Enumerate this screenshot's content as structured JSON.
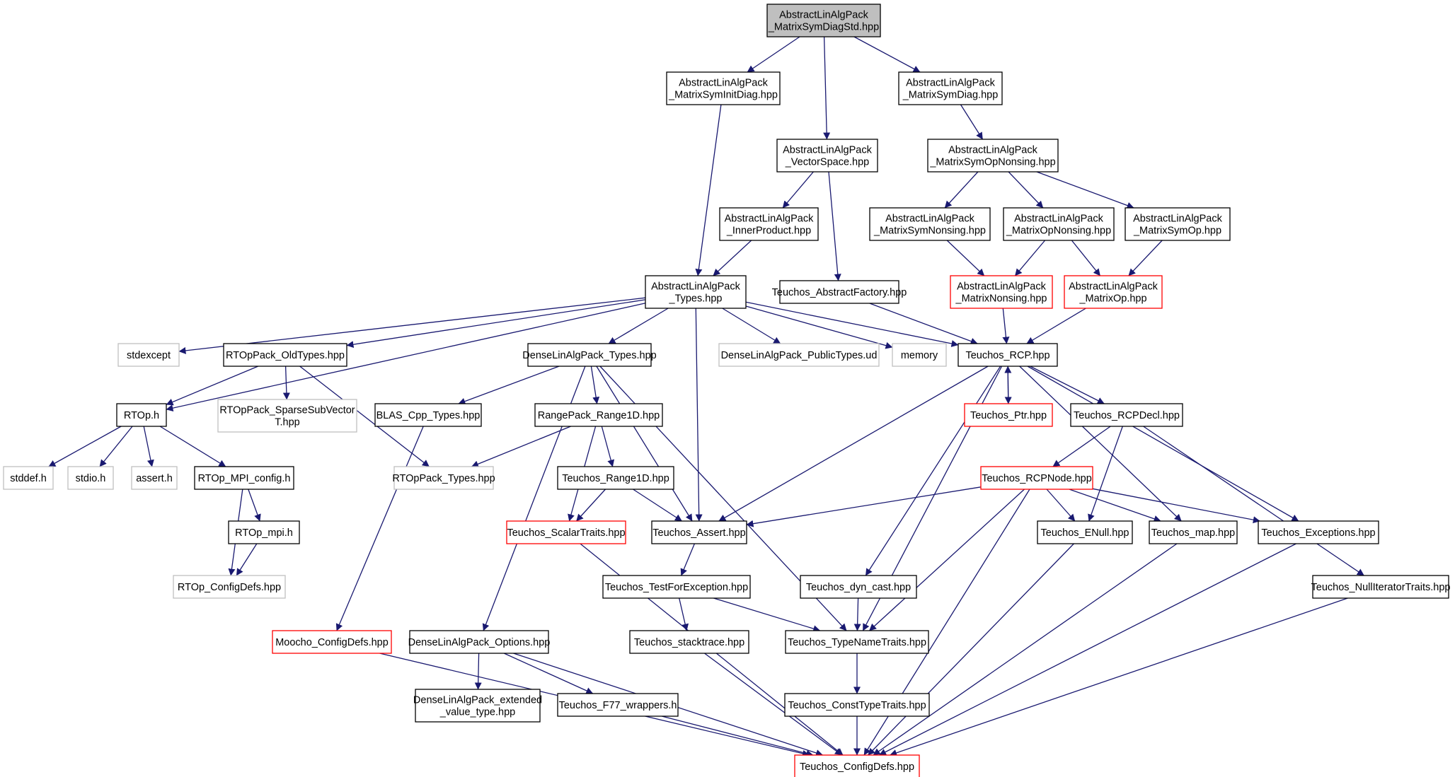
{
  "colors": {
    "edge": "#191970",
    "box_normal": "#000000",
    "box_missing": "#bfbfbf",
    "box_red": "#ff0000",
    "root_fill": "#bfbfbf",
    "text": "#000000",
    "text_grey": "#000000"
  },
  "nodes": [
    {
      "id": "root",
      "style": "root",
      "lines": [
        "AbstractLinAlgPack",
        "_MatrixSymDiagStd.hpp"
      ]
    },
    {
      "id": "msid",
      "style": "normal",
      "lines": [
        "AbstractLinAlgPack",
        "_MatrixSymInitDiag.hpp"
      ]
    },
    {
      "id": "msd",
      "style": "normal",
      "lines": [
        "AbstractLinAlgPack",
        "_MatrixSymDiag.hpp"
      ]
    },
    {
      "id": "vs",
      "style": "normal",
      "lines": [
        "AbstractLinAlgPack",
        "_VectorSpace.hpp"
      ]
    },
    {
      "id": "msopn",
      "style": "normal",
      "lines": [
        "AbstractLinAlgPack",
        "_MatrixSymOpNonsing.hpp"
      ]
    },
    {
      "id": "ip",
      "style": "normal",
      "lines": [
        "AbstractLinAlgPack",
        "_InnerProduct.hpp"
      ]
    },
    {
      "id": "msn",
      "style": "normal",
      "lines": [
        "AbstractLinAlgPack",
        "_MatrixSymNonsing.hpp"
      ]
    },
    {
      "id": "mopn",
      "style": "normal",
      "lines": [
        "AbstractLinAlgPack",
        "_MatrixOpNonsing.hpp"
      ]
    },
    {
      "id": "msop",
      "style": "normal",
      "lines": [
        "AbstractLinAlgPack",
        "_MatrixSymOp.hpp"
      ]
    },
    {
      "id": "types",
      "style": "normal",
      "lines": [
        "AbstractLinAlgPack",
        "_Types.hpp"
      ]
    },
    {
      "id": "taf",
      "style": "normal",
      "lines": [
        "Teuchos_AbstractFactory.hpp"
      ]
    },
    {
      "id": "mn",
      "style": "red",
      "lines": [
        "AbstractLinAlgPack",
        "_MatrixNonsing.hpp"
      ]
    },
    {
      "id": "mop",
      "style": "red",
      "lines": [
        "AbstractLinAlgPack",
        "_MatrixOp.hpp"
      ]
    },
    {
      "id": "stdexcept",
      "style": "grey",
      "lines": [
        "stdexcept"
      ]
    },
    {
      "id": "rtopold",
      "style": "normal",
      "lines": [
        "RTOpPack_OldTypes.hpp"
      ]
    },
    {
      "id": "dlatypes",
      "style": "normal",
      "lines": [
        "DenseLinAlgPack_Types.hpp"
      ]
    },
    {
      "id": "dlapub",
      "style": "grey",
      "lines": [
        "DenseLinAlgPack_PublicTypes.ud"
      ]
    },
    {
      "id": "memory",
      "style": "grey",
      "lines": [
        "memory"
      ]
    },
    {
      "id": "rcp",
      "style": "normal",
      "lines": [
        "Teuchos_RCP.hpp"
      ]
    },
    {
      "id": "rtoph",
      "style": "normal",
      "lines": [
        "RTOp.h"
      ]
    },
    {
      "id": "sparse",
      "style": "grey",
      "lines": [
        "RTOpPack_SparseSubVector",
        "T.hpp"
      ]
    },
    {
      "id": "blas",
      "style": "normal",
      "lines": [
        "BLAS_Cpp_Types.hpp"
      ]
    },
    {
      "id": "rr1d",
      "style": "normal",
      "lines": [
        "RangePack_Range1D.hpp"
      ]
    },
    {
      "id": "ptr",
      "style": "red",
      "lines": [
        "Teuchos_Ptr.hpp"
      ]
    },
    {
      "id": "rcpdecl",
      "style": "normal",
      "lines": [
        "Teuchos_RCPDecl.hpp"
      ]
    },
    {
      "id": "stddef",
      "style": "grey",
      "lines": [
        "stddef.h"
      ]
    },
    {
      "id": "stdio",
      "style": "grey",
      "lines": [
        "stdio.h"
      ]
    },
    {
      "id": "assert",
      "style": "grey",
      "lines": [
        "assert.h"
      ]
    },
    {
      "id": "mpiconf",
      "style": "normal",
      "lines": [
        "RTOp_MPI_config.h"
      ]
    },
    {
      "id": "rtoptypes",
      "style": "grey",
      "lines": [
        "RTOpPack_Types.hpp"
      ]
    },
    {
      "id": "tr1d",
      "style": "normal",
      "lines": [
        "Teuchos_Range1D.hpp"
      ]
    },
    {
      "id": "rcpnode",
      "style": "red",
      "lines": [
        "Teuchos_RCPNode.hpp"
      ]
    },
    {
      "id": "mpih",
      "style": "normal",
      "lines": [
        "RTOp_mpi.h"
      ]
    },
    {
      "id": "scalar",
      "style": "red",
      "lines": [
        "Teuchos_ScalarTraits.hpp"
      ]
    },
    {
      "id": "tassert",
      "style": "normal",
      "lines": [
        "Teuchos_Assert.hpp"
      ]
    },
    {
      "id": "enull",
      "style": "normal",
      "lines": [
        "Teuchos_ENull.hpp"
      ]
    },
    {
      "id": "tmap",
      "style": "normal",
      "lines": [
        "Teuchos_map.hpp"
      ]
    },
    {
      "id": "texc",
      "style": "normal",
      "lines": [
        "Teuchos_Exceptions.hpp"
      ]
    },
    {
      "id": "rtopconf",
      "style": "grey",
      "lines": [
        "RTOp_ConfigDefs.hpp"
      ]
    },
    {
      "id": "tfe",
      "style": "normal",
      "lines": [
        "Teuchos_TestForException.hpp"
      ]
    },
    {
      "id": "dyn",
      "style": "normal",
      "lines": [
        "Teuchos_dyn_cast.hpp"
      ]
    },
    {
      "id": "nit",
      "style": "normal",
      "lines": [
        "Teuchos_NullIteratorTraits.hpp"
      ]
    },
    {
      "id": "moocho",
      "style": "red",
      "lines": [
        "Moocho_ConfigDefs.hpp"
      ]
    },
    {
      "id": "dlaopt",
      "style": "normal",
      "lines": [
        "DenseLinAlgPack_Options.hpp"
      ]
    },
    {
      "id": "stack",
      "style": "normal",
      "lines": [
        "Teuchos_stacktrace.hpp"
      ]
    },
    {
      "id": "tnt",
      "style": "normal",
      "lines": [
        "Teuchos_TypeNameTraits.hpp"
      ]
    },
    {
      "id": "dlaext",
      "style": "normal",
      "lines": [
        "DenseLinAlgPack_extended",
        "_value_type.hpp"
      ]
    },
    {
      "id": "f77",
      "style": "normal",
      "lines": [
        "Teuchos_F77_wrappers.h"
      ]
    },
    {
      "id": "ctt",
      "style": "normal",
      "lines": [
        "Teuchos_ConstTypeTraits.hpp"
      ]
    },
    {
      "id": "tconf",
      "style": "red",
      "lines": [
        "Teuchos_ConfigDefs.hpp"
      ]
    }
  ],
  "edges": [
    [
      "root",
      "msid"
    ],
    [
      "root",
      "vs"
    ],
    [
      "root",
      "msd"
    ],
    [
      "msid",
      "types"
    ],
    [
      "msd",
      "msopn"
    ],
    [
      "vs",
      "ip"
    ],
    [
      "vs",
      "taf"
    ],
    [
      "ip",
      "types"
    ],
    [
      "msopn",
      "msn"
    ],
    [
      "msopn",
      "mopn"
    ],
    [
      "msopn",
      "msop"
    ],
    [
      "msn",
      "mn"
    ],
    [
      "mopn",
      "mn"
    ],
    [
      "mopn",
      "mop"
    ],
    [
      "msop",
      "mop"
    ],
    [
      "types",
      "rtoph"
    ],
    [
      "types",
      "stdexcept"
    ],
    [
      "types",
      "rtopold"
    ],
    [
      "types",
      "dlatypes"
    ],
    [
      "types",
      "tassert"
    ],
    [
      "types",
      "dlapub"
    ],
    [
      "types",
      "memory"
    ],
    [
      "types",
      "rcp"
    ],
    [
      "taf",
      "rcp"
    ],
    [
      "mn",
      "rcp"
    ],
    [
      "mop",
      "rcp"
    ],
    [
      "rtopold",
      "rtoph"
    ],
    [
      "rtopold",
      "sparse"
    ],
    [
      "rtopold",
      "rtoptypes"
    ],
    [
      "rtoph",
      "stddef"
    ],
    [
      "rtoph",
      "stdio"
    ],
    [
      "rtoph",
      "assert"
    ],
    [
      "rtoph",
      "mpiconf"
    ],
    [
      "mpiconf",
      "mpih"
    ],
    [
      "mpiconf",
      "rtopconf"
    ],
    [
      "mpih",
      "rtopconf"
    ],
    [
      "dlatypes",
      "blas"
    ],
    [
      "dlatypes",
      "rr1d"
    ],
    [
      "dlatypes",
      "dlaopt"
    ],
    [
      "dlatypes",
      "tassert"
    ],
    [
      "dlatypes",
      "tnt"
    ],
    [
      "blas",
      "moocho"
    ],
    [
      "rr1d",
      "rtoptypes"
    ],
    [
      "rr1d",
      "tr1d"
    ],
    [
      "rr1d",
      "scalar"
    ],
    [
      "tr1d",
      "scalar"
    ],
    [
      "tr1d",
      "tassert"
    ],
    [
      "rcp",
      "tassert"
    ],
    [
      "rcp",
      "dyn"
    ],
    [
      "rcp",
      "tnt"
    ],
    [
      "rcp",
      "ptr"
    ],
    [
      "ptr",
      "rcp"
    ],
    [
      "rcp",
      "rcpdecl"
    ],
    [
      "rcp",
      "tmap"
    ],
    [
      "rcp",
      "texc"
    ],
    [
      "rcpdecl",
      "rcpnode"
    ],
    [
      "rcpdecl",
      "enull"
    ],
    [
      "rcpdecl",
      "nit"
    ],
    [
      "rcpnode",
      "tassert"
    ],
    [
      "rcpnode",
      "tnt"
    ],
    [
      "rcpnode",
      "tconf"
    ],
    [
      "rcpnode",
      "enull"
    ],
    [
      "rcpnode",
      "tmap"
    ],
    [
      "rcpnode",
      "texc"
    ],
    [
      "tassert",
      "tfe"
    ],
    [
      "tfe",
      "stack"
    ],
    [
      "tfe",
      "tnt"
    ],
    [
      "dyn",
      "tnt"
    ],
    [
      "tnt",
      "ctt"
    ],
    [
      "ctt",
      "tconf"
    ],
    [
      "scalar",
      "tconf"
    ],
    [
      "moocho",
      "tconf"
    ],
    [
      "stack",
      "tconf"
    ],
    [
      "dlaopt",
      "dlaext"
    ],
    [
      "dlaopt",
      "f77"
    ],
    [
      "dlaopt",
      "tconf"
    ],
    [
      "f77",
      "tconf"
    ],
    [
      "enull",
      "tconf"
    ],
    [
      "tmap",
      "tconf"
    ],
    [
      "texc",
      "tconf"
    ],
    [
      "nit",
      "tconf"
    ]
  ]
}
